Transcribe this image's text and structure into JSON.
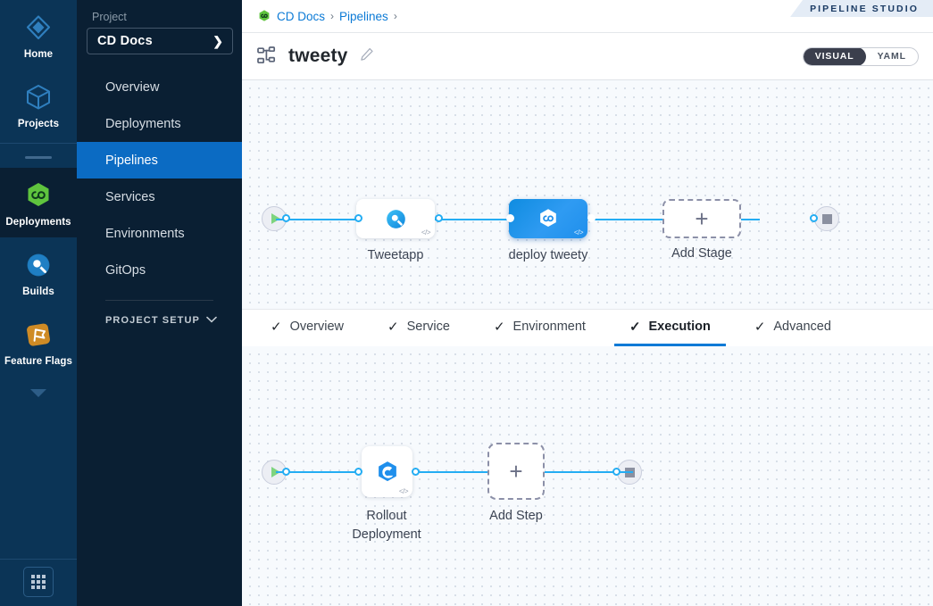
{
  "rail": {
    "items": [
      {
        "label": "Home",
        "icon": "home-diamond-icon",
        "active": false
      },
      {
        "label": "Projects",
        "icon": "cube-icon",
        "active": false
      },
      {
        "label": "Deployments",
        "icon": "deployments-hexagon-infinity-icon",
        "active": true
      },
      {
        "label": "Builds",
        "icon": "builds-circle-icon",
        "active": false
      },
      {
        "label": "Feature Flags",
        "icon": "feature-flag-icon",
        "active": false
      }
    ],
    "more_icon": "chevron-down-icon",
    "launcher_icon": "app-grid-icon"
  },
  "sidebar": {
    "caption": "Project",
    "project_name": "CD Docs",
    "project_chevron": "❯",
    "items": [
      {
        "label": "Overview",
        "active": false
      },
      {
        "label": "Deployments",
        "active": false
      },
      {
        "label": "Pipelines",
        "active": true
      },
      {
        "label": "Services",
        "active": false
      },
      {
        "label": "Environments",
        "active": false
      },
      {
        "label": "GitOps",
        "active": false
      }
    ],
    "setup_label": "PROJECT SETUP",
    "setup_chevron": "⌄"
  },
  "header": {
    "breadcrumb_icon": "deployments-hexagon-infinity-icon",
    "breadcrumbs": [
      {
        "label": "CD Docs",
        "sep": "›"
      },
      {
        "label": "Pipelines",
        "sep": "›"
      }
    ],
    "studio_badge": "PIPELINE STUDIO",
    "pipeline_icon": "pipeline-nodes-icon",
    "pipeline_name": "tweety",
    "edit_icon": "pencil-icon",
    "view_toggle": {
      "options": [
        {
          "label": "VISUAL",
          "selected": true
        },
        {
          "label": "YAML",
          "selected": false
        }
      ]
    }
  },
  "stage_canvas": {
    "start_icon": "play-icon",
    "end_icon": "stop-icon",
    "nodes": [
      {
        "label": "Tweetapp",
        "icon": "ci-build-icon",
        "selected": false,
        "code_badge": "</>"
      },
      {
        "label": "deploy tweety",
        "icon": "cd-deploy-icon",
        "selected": true,
        "code_badge": "</>"
      }
    ],
    "add_stage": {
      "label": "Add Stage",
      "icon": "plus-icon"
    }
  },
  "tabs": [
    {
      "label": "Overview",
      "icon": "check-icon",
      "active": false
    },
    {
      "label": "Service",
      "icon": "check-icon",
      "active": false
    },
    {
      "label": "Environment",
      "icon": "check-icon",
      "active": false
    },
    {
      "label": "Execution",
      "icon": "check-icon",
      "active": true
    },
    {
      "label": "Advanced",
      "icon": "check-icon",
      "active": false
    }
  ],
  "step_canvas": {
    "start_icon": "play-icon",
    "end_icon": "stop-icon",
    "steps": [
      {
        "label_line1": "Rollout",
        "label_line2": "Deployment",
        "icon": "rollout-deployment-icon",
        "code_badge": "</>"
      }
    ],
    "add_step": {
      "label": "Add Step",
      "icon": "plus-icon"
    }
  },
  "colors": {
    "rail_bg": "#0b3456",
    "sidebar_bg": "#0a1f33",
    "accent_blue": "#0b6bc3",
    "link_blue": "#24adf3",
    "breadcrumb_blue": "#0b7ad6",
    "canvas_bg": "#f7fafd",
    "selected_node": "#1f8fec",
    "deployments_green": "#5fc43e"
  }
}
